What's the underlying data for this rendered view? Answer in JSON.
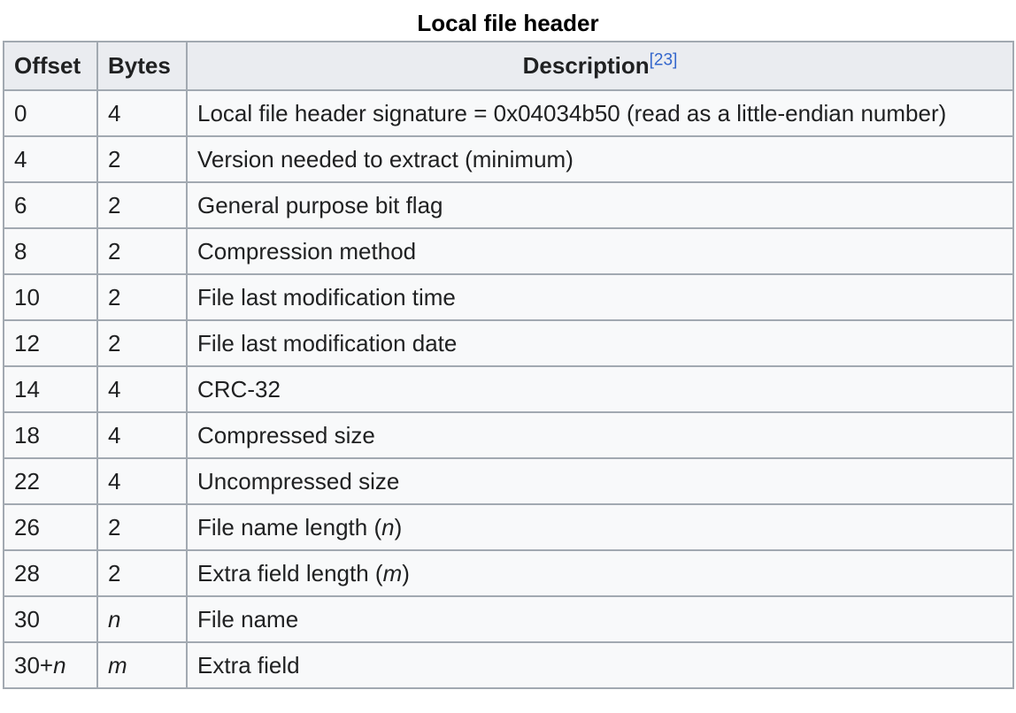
{
  "caption": "Local file header",
  "headers": {
    "offset": "Offset",
    "bytes": "Bytes",
    "description": "Description",
    "description_ref": "[23]"
  },
  "rows": [
    {
      "offset": "0",
      "bytes": "4",
      "description": "Local file header signature = 0x04034b50 (read as a little-endian number)"
    },
    {
      "offset": "4",
      "bytes": "2",
      "description": "Version needed to extract (minimum)"
    },
    {
      "offset": "6",
      "bytes": "2",
      "description": "General purpose bit flag"
    },
    {
      "offset": "8",
      "bytes": "2",
      "description": "Compression method"
    },
    {
      "offset": "10",
      "bytes": "2",
      "description": "File last modification time"
    },
    {
      "offset": "12",
      "bytes": "2",
      "description": "File last modification date"
    },
    {
      "offset": "14",
      "bytes": "4",
      "description": "CRC-32"
    },
    {
      "offset": "18",
      "bytes": "4",
      "description": "Compressed size"
    },
    {
      "offset": "22",
      "bytes": "4",
      "description": "Uncompressed size"
    },
    {
      "offset": "26",
      "bytes": "2",
      "description_prefix": "File name length (",
      "description_var": "n",
      "description_suffix": ")"
    },
    {
      "offset": "28",
      "bytes": "2",
      "description_prefix": "Extra field length (",
      "description_var": "m",
      "description_suffix": ")"
    },
    {
      "offset": "30",
      "bytes_var": "n",
      "description": "File name"
    },
    {
      "offset_prefix": "30+",
      "offset_var": "n",
      "bytes_var": "m",
      "description": "Extra field"
    }
  ]
}
